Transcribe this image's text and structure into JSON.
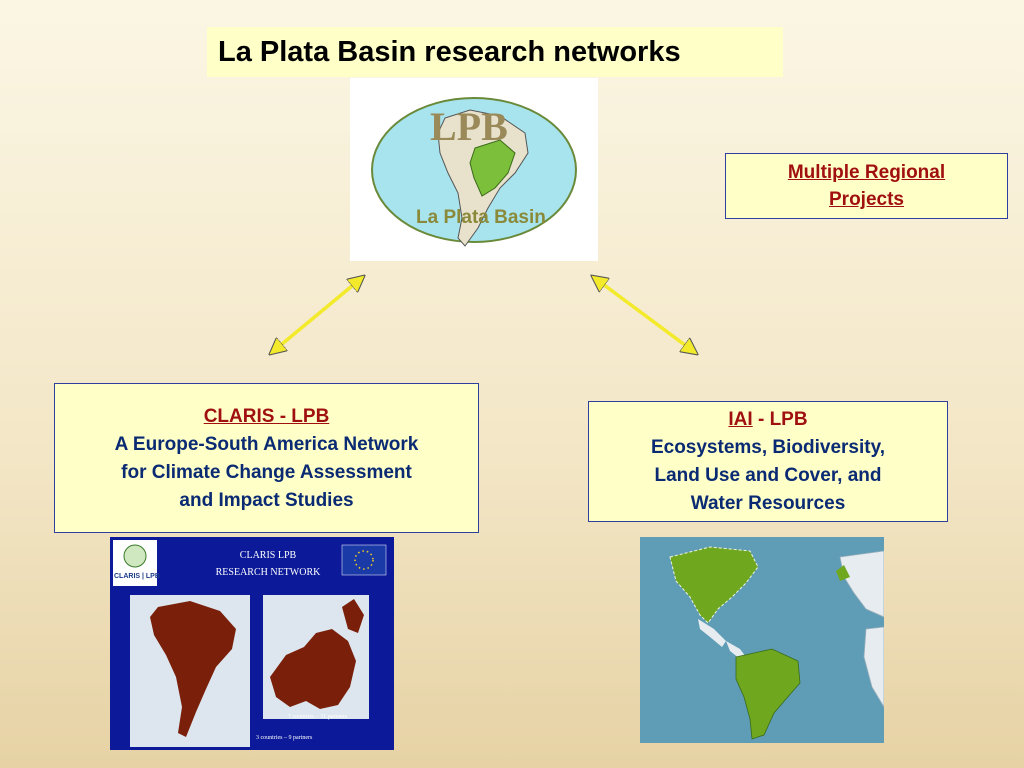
{
  "slide": {
    "title": "La Plata Basin research networks"
  },
  "lpb_logo": {
    "letters": "LPB",
    "caption": "La Plata Basin"
  },
  "multiple_regional": {
    "line1": "Multiple Regional",
    "line2": "Projects"
  },
  "claris": {
    "heading": "CLARIS - LPB",
    "line1": "A Europe-South America Network",
    "line2": "for Climate Change Assessment",
    "line3": "and Impact Studies"
  },
  "iai": {
    "heading_link": "IAI",
    "heading_rest": " - LPB",
    "line1": "Ecosystems, Biodiversity,",
    "line2": "Land Use and Cover, and",
    "line3": "Water Resources"
  },
  "claris_map": {
    "title_line1": "CLARIS LPB",
    "title_line2": "RESEARCH NETWORK",
    "logo_text": "CLARIS | LPB",
    "europe_caption": "7 countries – 11 partners",
    "sa_caption": "3 countries – 9 partners"
  },
  "colors": {
    "box_fill": "#ffffc8",
    "box_border": "#2f3f9e",
    "link_red": "#a01010",
    "body_text": "#0a2a73",
    "arrow_yellow": "#f2ea2a",
    "map_land_brown": "#7a1f0a",
    "map_green": "#6fa81e"
  }
}
